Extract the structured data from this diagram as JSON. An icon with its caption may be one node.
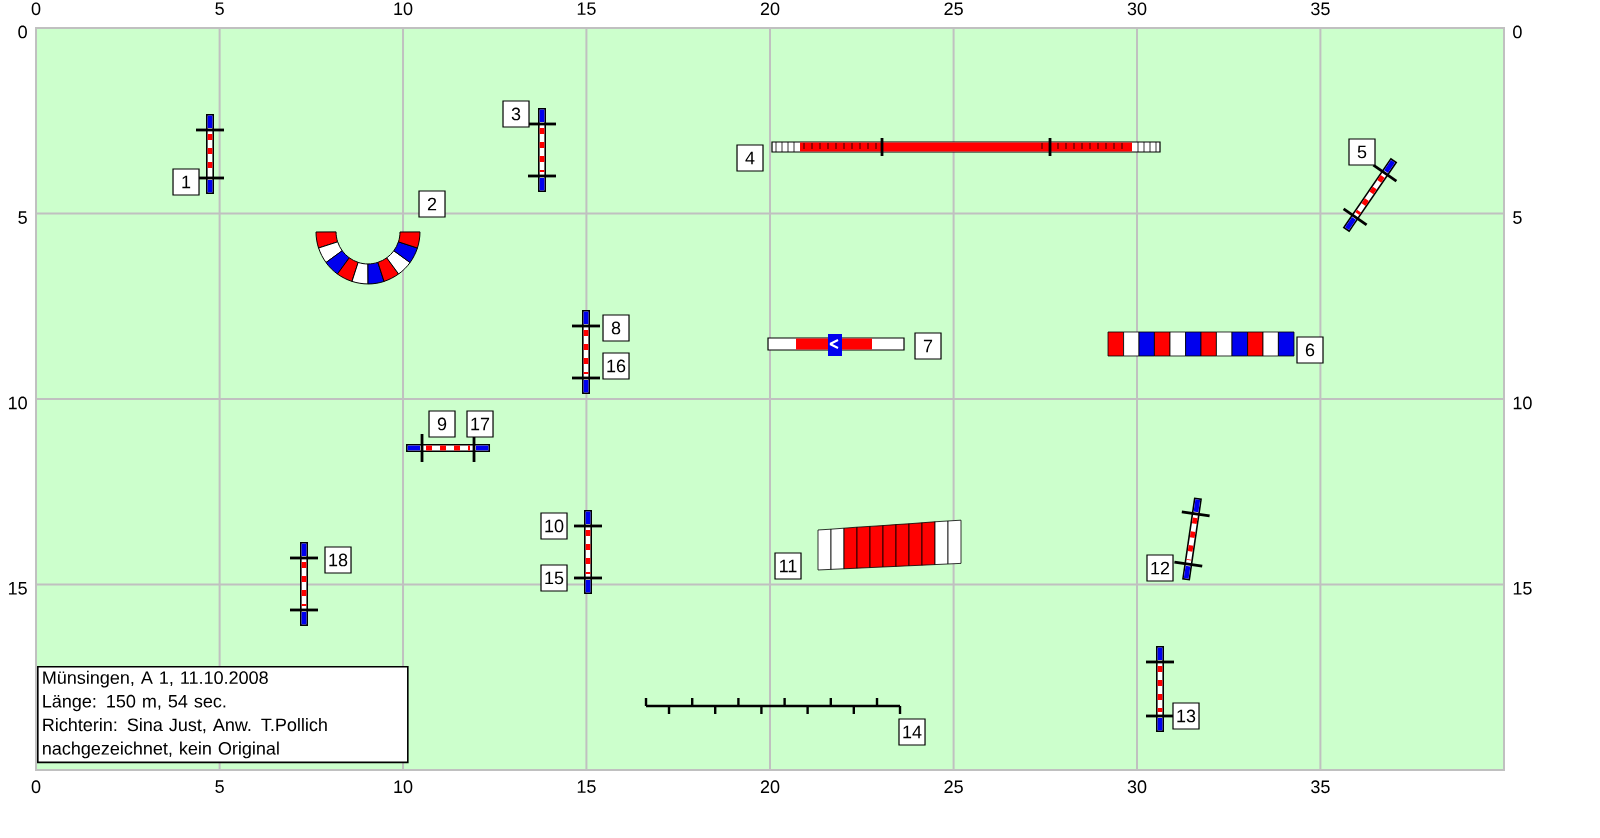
{
  "diagram": {
    "nodes": [
      {
        "text": [
          "Münsingen, A 1, 11.10.2008",
          "Länge: 150 m, 54 sec.",
          "Richterin: Sina Just, Anw. T.Pollich",
          "nachgezeichnet, kein Original"
        ]
      }
    ],
    "labels": [
      "0",
      "5",
      "10",
      "15",
      "20",
      "25",
      "30",
      "35",
      "0",
      "5",
      "10",
      "15",
      "0",
      "5",
      "10",
      "15",
      "0",
      "5",
      "10",
      "15",
      "20",
      "25",
      "30",
      "35",
      "1",
      "2",
      "3",
      "4",
      "5",
      "8",
      "16",
      "7",
      "6",
      "9",
      "17",
      "18",
      "10",
      "15",
      "11",
      "12",
      "14",
      "13"
    ]
  }
}
